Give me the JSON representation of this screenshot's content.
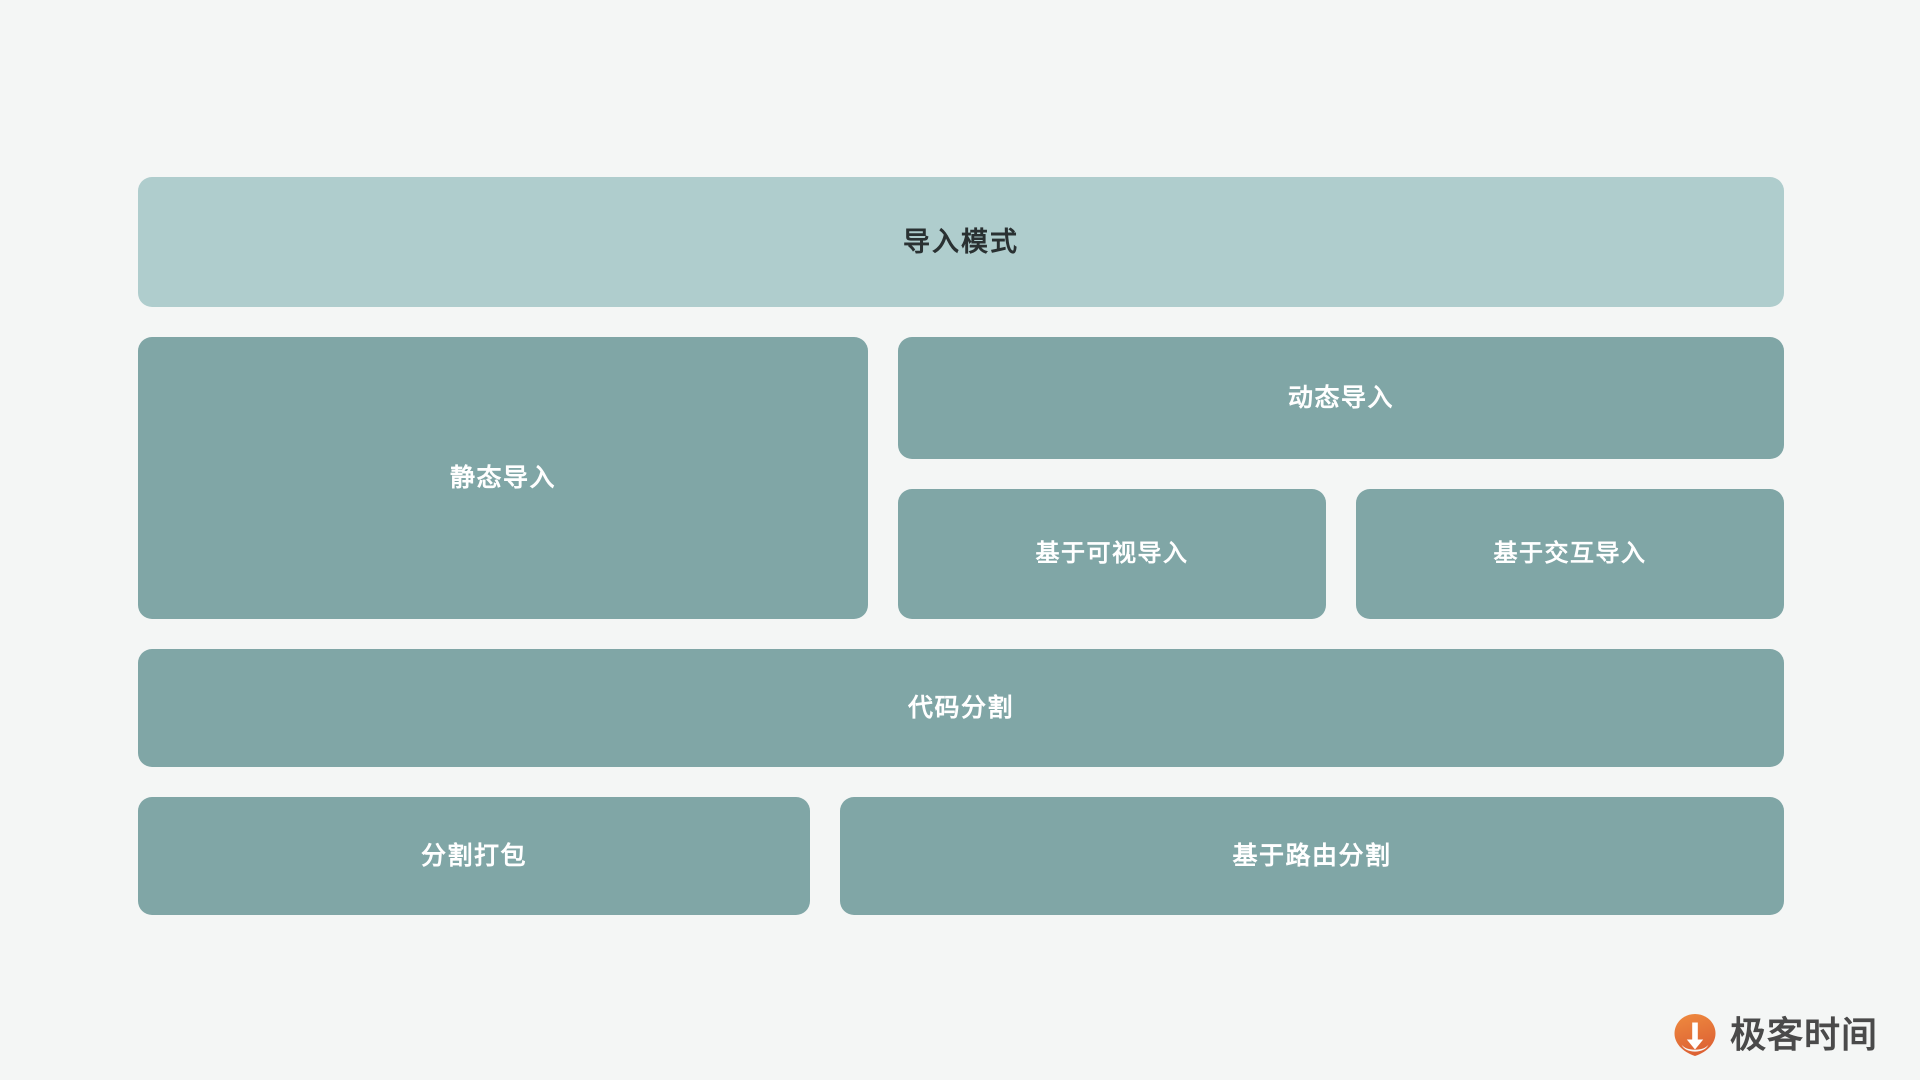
{
  "diagram": {
    "title": "导入模式",
    "rows": [
      {
        "kind": "header",
        "label": "导入模式"
      },
      {
        "kind": "split",
        "left": {
          "label": "静态导入"
        },
        "right": {
          "top": {
            "label": "动态导入"
          },
          "children": [
            {
              "label": "基于可视导入"
            },
            {
              "label": "基于交互导入"
            }
          ]
        }
      },
      {
        "kind": "banner",
        "label": "代码分割"
      },
      {
        "kind": "pair",
        "left": {
          "label": "分割打包"
        },
        "right": {
          "label": "基于路由分割"
        }
      }
    ]
  },
  "brand": {
    "name": "极客时间",
    "mark_icon": "geektime-pin-icon",
    "mark_color": "#e8763a",
    "text_color": "#4a4a4a"
  },
  "theme": {
    "background": "#f4f6f5",
    "header_fill": "#afcdcd",
    "card_fill": "#80a6a6",
    "card_text": "#ffffff",
    "header_text": "#2a3132"
  }
}
